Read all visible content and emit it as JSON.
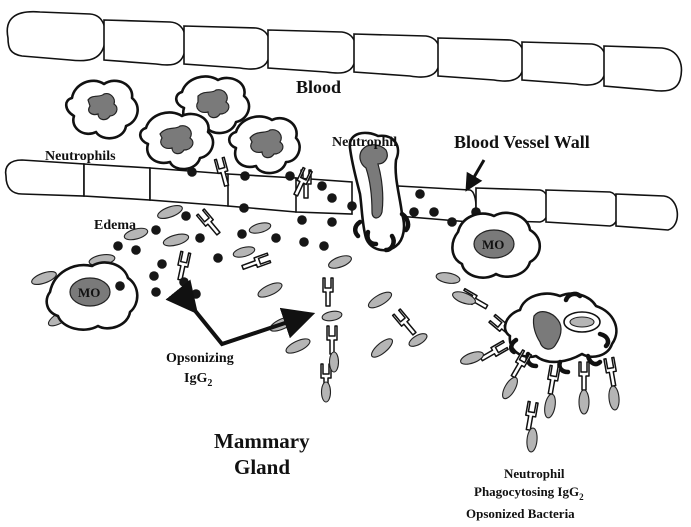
{
  "labels": {
    "blood": "Blood",
    "neutrophils": "Neutrophils",
    "neutrophil": "Neutrophil",
    "blood_vessel_wall": "Blood Vessel Wall",
    "edema": "Edema",
    "mo_left": "MO",
    "mo_right": "MO",
    "opsonizing_line1": "Opsonizing",
    "opsonizing_line2": "IgG",
    "opsonizing_sub": "2",
    "mammary_line1": "Mammary",
    "mammary_line2": "Gland",
    "phago_line1": "Neutrophil",
    "phago_line2_prefix": "Phagocytosing IgG",
    "phago_line2_sub": "2",
    "phago_line3": "Opsonized Bacteria"
  }
}
